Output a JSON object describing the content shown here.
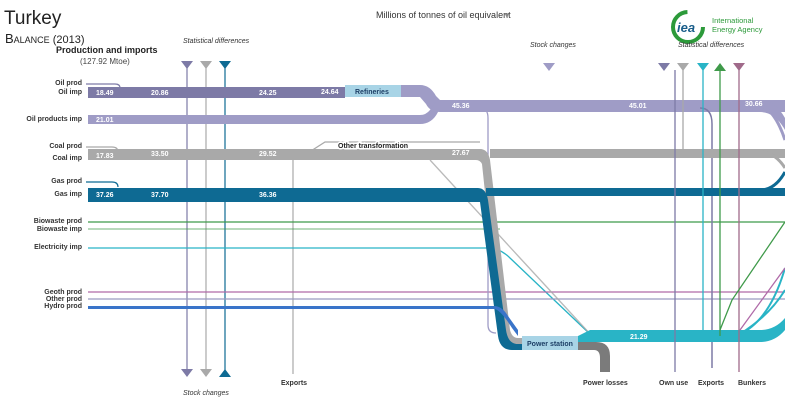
{
  "header": {
    "country": "Turkey",
    "balance_word": "Balance",
    "balance_year": "(2013)",
    "units_label": "Millions of tonnes of oil equivalent",
    "production_title": "Production and imports",
    "production_total": "(127.92 Mtoe)"
  },
  "logo": {
    "mark": "iea",
    "line1": "International",
    "line2": "Energy Agency"
  },
  "stage_labels": {
    "statistical_differences_left": "Statistical differences",
    "stock_changes_top": "Stock changes",
    "statistical_differences_right": "Statistical differences",
    "stock_changes_bottom": "Stock changes",
    "refineries": "Refineries",
    "other_transformation": "Other transformation",
    "power_station": "Power station"
  },
  "sources": [
    "Oil prod",
    "Oil imp",
    "Oil products imp",
    "Coal prod",
    "Coal imp",
    "Gas prod",
    "Gas imp",
    "Biowaste prod",
    "Biowaste imp",
    "Electricity imp",
    "Geoth prod",
    "Other prod",
    "Hydro prod"
  ],
  "outputs": {
    "exports_mid": "Exports",
    "power_losses": "Power losses",
    "own_use": "Own use",
    "exports": "Exports",
    "bunkers": "Bunkers"
  },
  "flow_values": {
    "oil_imp": "18.49",
    "oil_total_1": "20.86",
    "oil_total_2": "24.25",
    "oil_to_refineries": "24.64",
    "refinery_out": "45.36",
    "oil_products_right": "45.01",
    "oil_final": "30.66",
    "oil_products_imp": "21.01",
    "coal_imp": "17.83",
    "coal_total_1": "33.50",
    "coal_total_2": "29.52",
    "coal_total_3": "27.67",
    "gas_imp": "37.26",
    "gas_total_1": "37.70",
    "gas_total_2": "36.36",
    "power_out": "21.29"
  },
  "colors": {
    "oil": "#7d7aa6",
    "oil_products": "#9f9cc6",
    "coal": "#a9a9a9",
    "gas": "#0e6a93",
    "biowaste": "#3f9a4a",
    "electricity": "#29b4c6",
    "geothermal": "#b06aa8",
    "hydro": "#3a74c9",
    "refineries_box": "#a8d4e6",
    "power_box": "#a8d4e6",
    "power_losses": "#7b7b7b"
  }
}
